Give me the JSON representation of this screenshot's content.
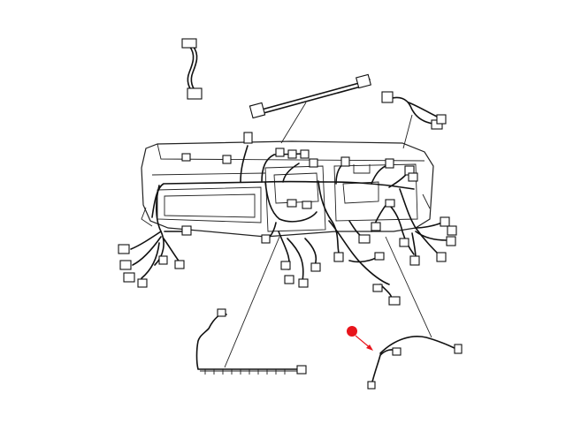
{
  "figure": {
    "kind": "wiring-harness-exploded-view",
    "background": "#ffffff",
    "line_color": "#111111",
    "callout_color": "#e8141b"
  },
  "components": [
    {
      "id": "instrument-panel-harness"
    },
    {
      "id": "jumper-harness-short"
    },
    {
      "id": "jumper-harness-long"
    },
    {
      "id": "jumper-harness-right"
    },
    {
      "id": "floor-harness-left"
    },
    {
      "id": "floor-harness-right"
    }
  ],
  "callout": {
    "target": "floor-harness-right",
    "marker": "red-dot-arrow"
  }
}
